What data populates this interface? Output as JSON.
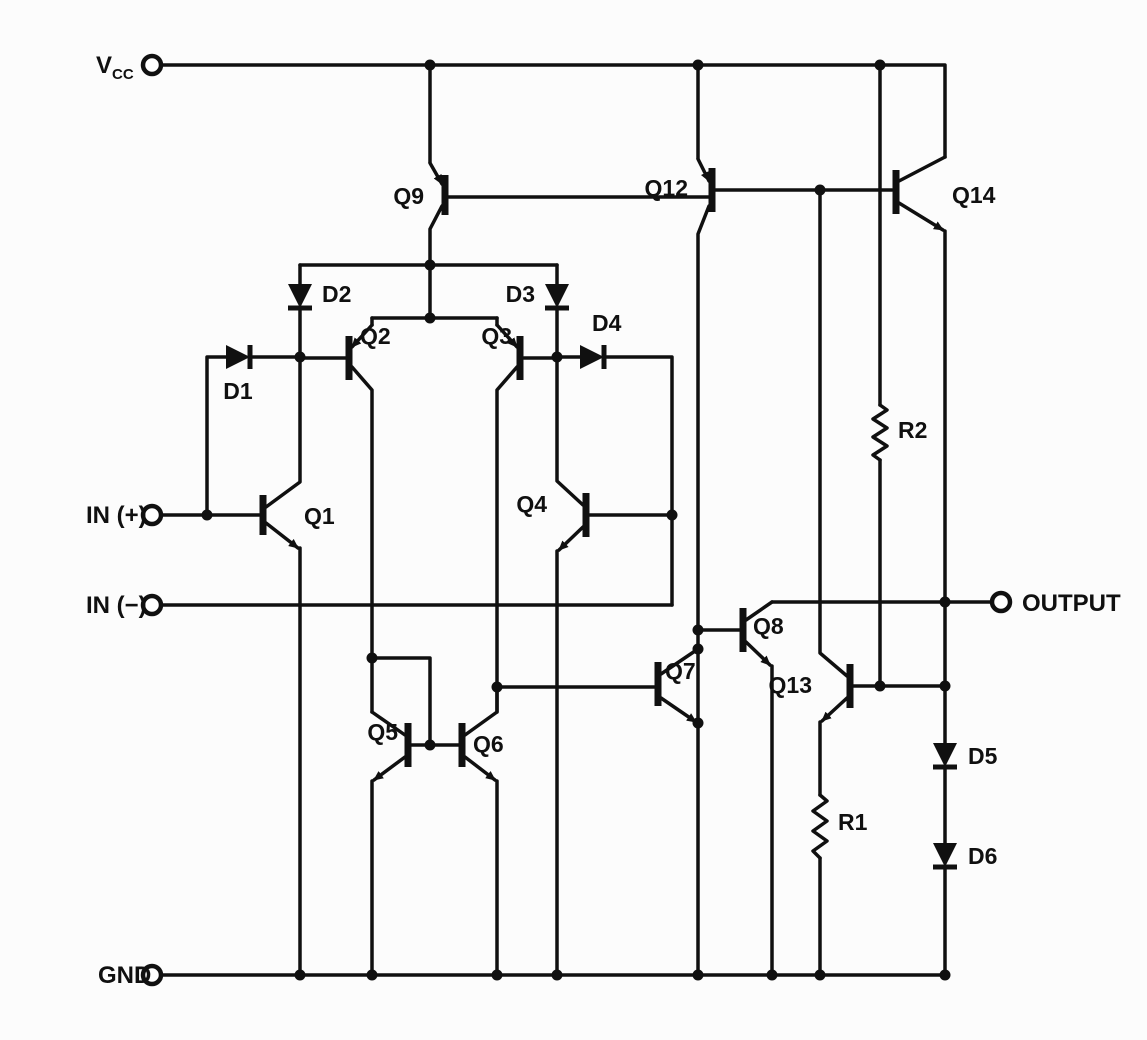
{
  "colors": {
    "ink": "#101010",
    "paper": "#fcfcfc"
  },
  "terminals": {
    "vcc_main": "V",
    "vcc_sub": "CC",
    "in_plus": "IN (+)",
    "in_minus": "IN (−)",
    "gnd": "GND",
    "output": "OUTPUT"
  },
  "labels": {
    "q1": "Q1",
    "q2": "Q2",
    "q3": "Q3",
    "q4": "Q4",
    "q5": "Q5",
    "q6": "Q6",
    "q7": "Q7",
    "q8": "Q8",
    "q9": "Q9",
    "q12": "Q12",
    "q13": "Q13",
    "q14": "Q14",
    "d1": "D1",
    "d2": "D2",
    "d3": "D3",
    "d4": "D4",
    "d5": "D5",
    "d6": "D6",
    "r1": "R1",
    "r2": "R2"
  }
}
